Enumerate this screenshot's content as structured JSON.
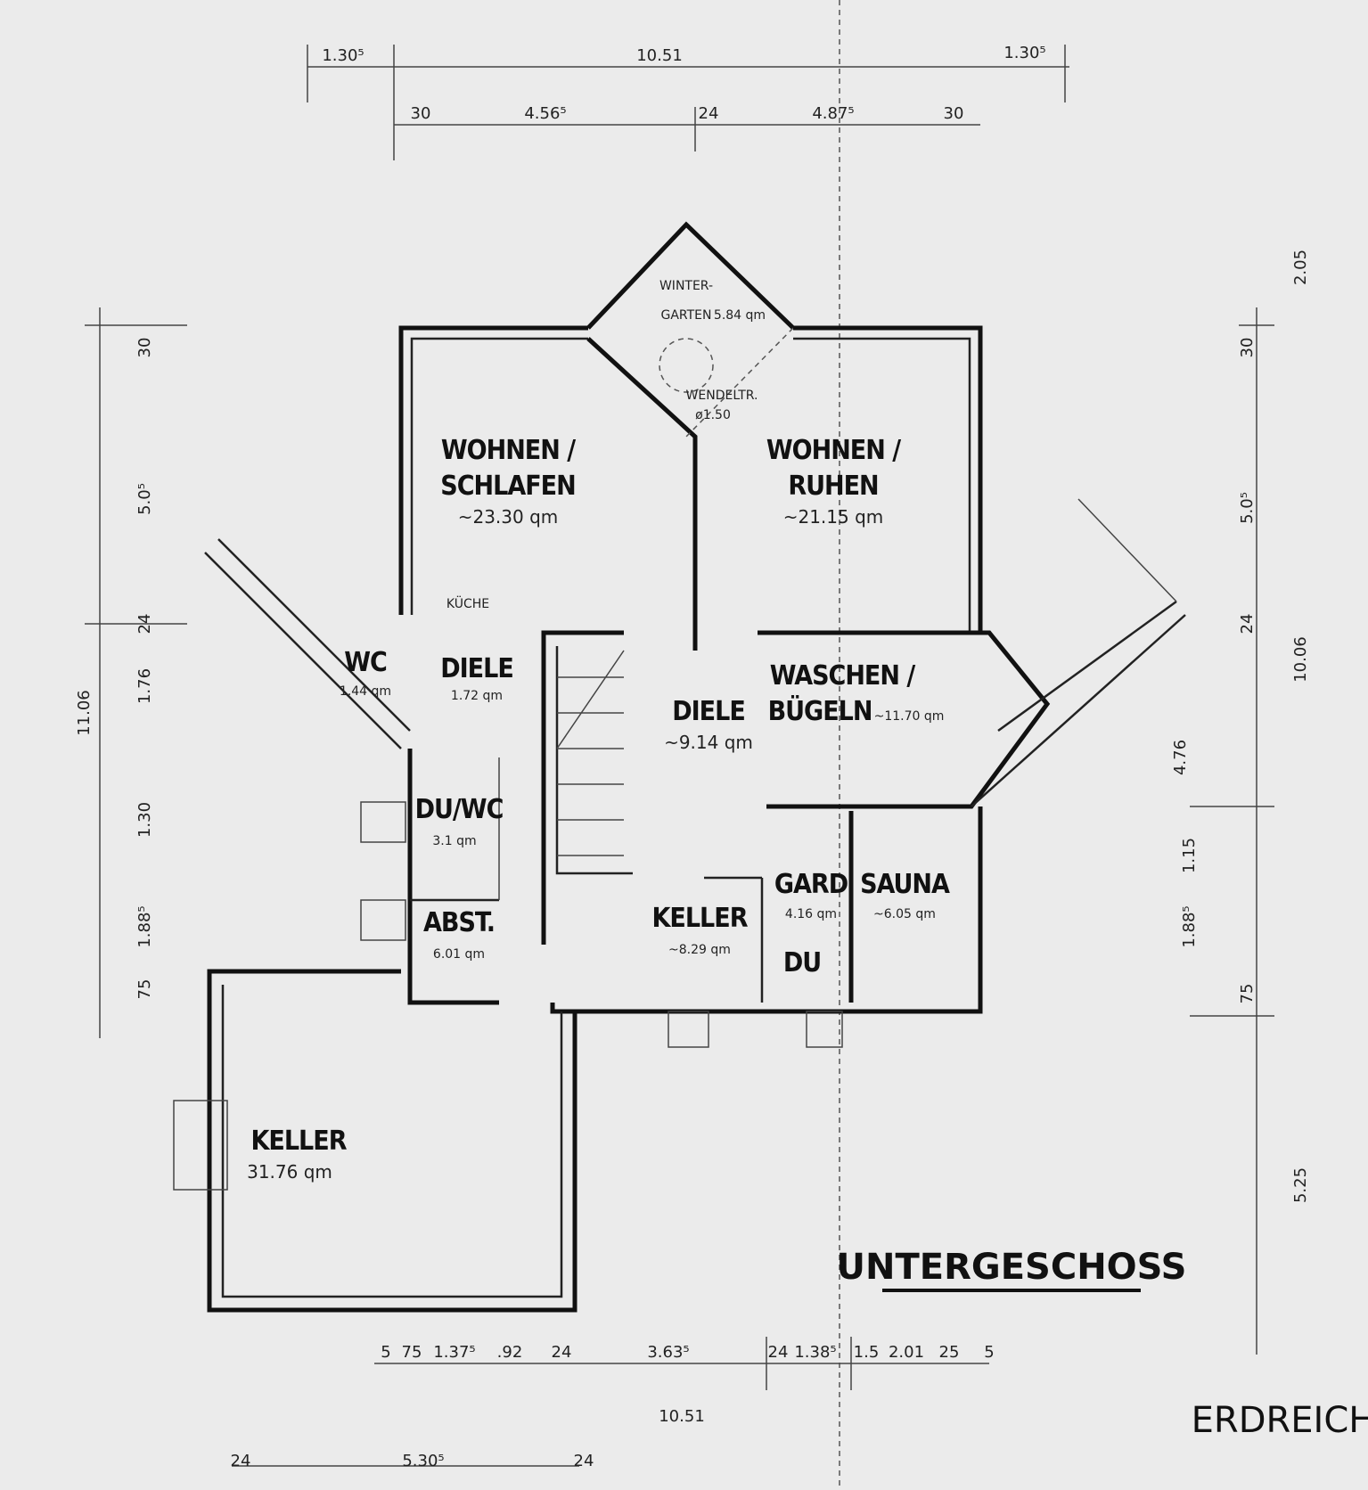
{
  "plan": {
    "title": "UNTERGESCHOSS",
    "exterior_label": "ERDREICH",
    "rooms": [
      {
        "name": "WINTER-",
        "name2": "GARTEN",
        "area": "5.84 qm"
      },
      {
        "name": "WOHNEN /",
        "name2": "SCHLAFEN",
        "area": "~23.30 qm"
      },
      {
        "name": "WOHNEN /",
        "name2": "RUHEN",
        "area": "~21.15 qm"
      },
      {
        "name": "WC",
        "area": "1.44 qm"
      },
      {
        "name": "DIELE",
        "area": "1.72 qm"
      },
      {
        "name": "DIELE",
        "area": "~9.14 qm"
      },
      {
        "name": "WASCHEN /",
        "name2": "BÜGELN",
        "area": "~11.70 qm"
      },
      {
        "name": "DU/WC",
        "area": "3.1 qm"
      },
      {
        "name": "ABST.",
        "area": "6.01 qm"
      },
      {
        "name": "KELLER",
        "area": "~8.29 qm"
      },
      {
        "name": "GARD",
        "area": "4.16 qm"
      },
      {
        "name": "SAUNA",
        "area": "~6.05 qm"
      },
      {
        "name": "DU"
      },
      {
        "name": "KELLER",
        "area": "31.76 qm"
      }
    ],
    "annotations": {
      "spiral_stair": "WENDELTR.",
      "spiral_diameter": "ø1.50",
      "kitchen": "KÜCHE"
    },
    "dimensions": {
      "top_row1": [
        "1.30⁵",
        "10.51",
        "1.30⁵"
      ],
      "top_row2": [
        "30",
        "4.56⁵",
        "24",
        "4.87⁵",
        "30"
      ],
      "left": [
        "30",
        "5.0⁵",
        "24",
        "1.76",
        "11.06",
        "1.30",
        "1.88⁵",
        "75"
      ],
      "right": [
        "2.05",
        "30",
        "5.0⁵",
        "24",
        "10.06",
        "4.76",
        "1.15",
        "1.88⁵",
        "75",
        "5.25"
      ],
      "bottom_row1": [
        "5",
        "75",
        "1.37⁵",
        ".92",
        "24",
        "3.63⁵",
        "24",
        "1.38⁵",
        "1.5",
        "2.01",
        "25",
        "5"
      ],
      "bottom_row2": [
        "10.51"
      ],
      "bottom_row3": [
        "24",
        "5.30⁵",
        "24"
      ]
    }
  }
}
